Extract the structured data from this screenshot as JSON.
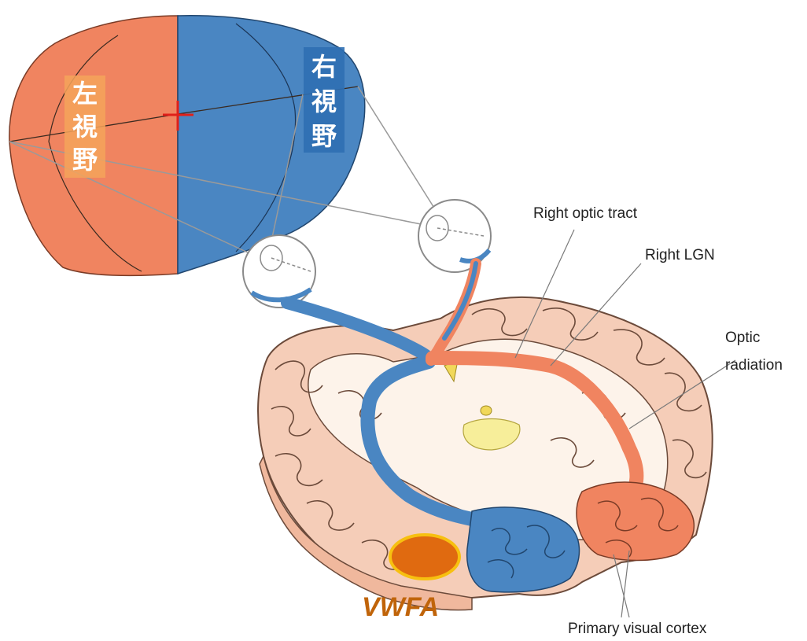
{
  "figure": {
    "left_field_label": [
      "左",
      "視",
      "野"
    ],
    "right_field_label": [
      "右",
      "視",
      "野"
    ],
    "callouts": {
      "right_optic_tract": "Right optic tract",
      "right_lgn": "Right LGN",
      "optic_radiation": [
        "Optic",
        "radiation"
      ],
      "primary_visual_cortex": "Primary visual cortex"
    },
    "vwfa_label": "VWFA"
  },
  "colors": {
    "left_field": "#f08460",
    "right_field": "#4a86c2",
    "brain_tissue": "#f5cdb8",
    "brain_white": "#fdf3ea",
    "brain_outline": "#6b4a3a",
    "thalamus_yellow": "#f7ee9a",
    "vwfa_fill": "#e06a10",
    "vwfa_border": "#f7c010",
    "vwfa_text": "#c0640a",
    "cjk_left_bg": "#f5a35a",
    "cjk_right_bg": "#2f6fb3"
  }
}
